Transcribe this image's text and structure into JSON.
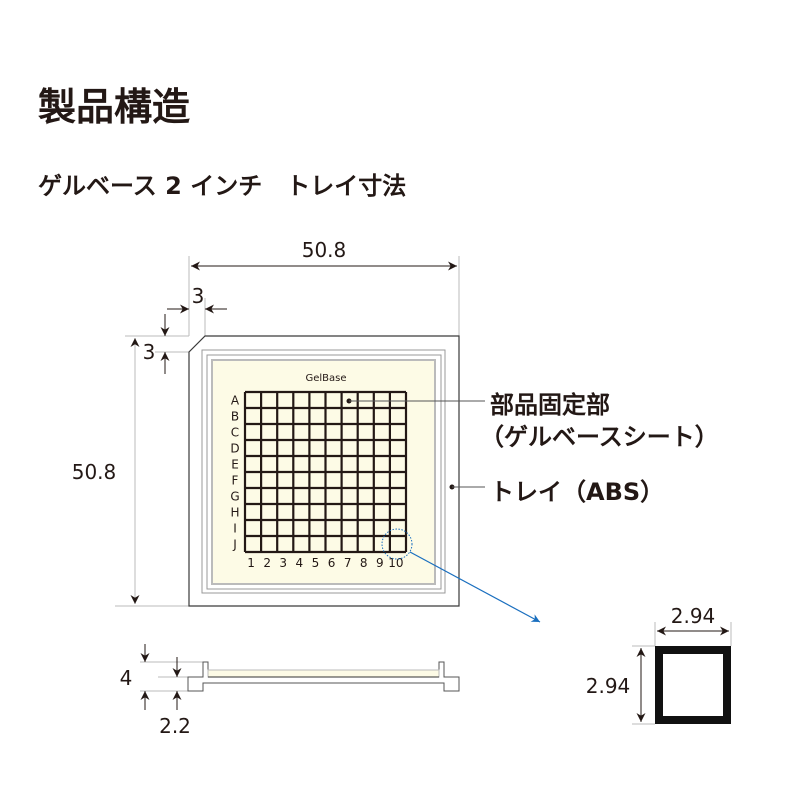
{
  "title": "製品構造",
  "subtitle": "ゲルベース 2 インチ　トレイ寸法",
  "sheet_label": "GelBase",
  "row_labels": [
    "A",
    "B",
    "C",
    "D",
    "E",
    "F",
    "G",
    "H",
    "I",
    "J"
  ],
  "col_labels": [
    "1",
    "2",
    "3",
    "4",
    "5",
    "6",
    "7",
    "8",
    "9",
    "10"
  ],
  "dimensions": {
    "width": "50.8",
    "height": "50.8",
    "chamfer_x": "3",
    "chamfer_y": "3",
    "total_thickness": "4",
    "base_thickness": "2.2",
    "cell_width": "2.94",
    "cell_height": "2.94"
  },
  "callouts": {
    "fixing_part": "部品固定部",
    "fixing_part_sub": "（ゲルベースシート）",
    "tray": "トレイ（ABS）"
  },
  "colors": {
    "cream": "#fdfbe6",
    "ink": "#231815",
    "accent": "#1a6fbf"
  }
}
